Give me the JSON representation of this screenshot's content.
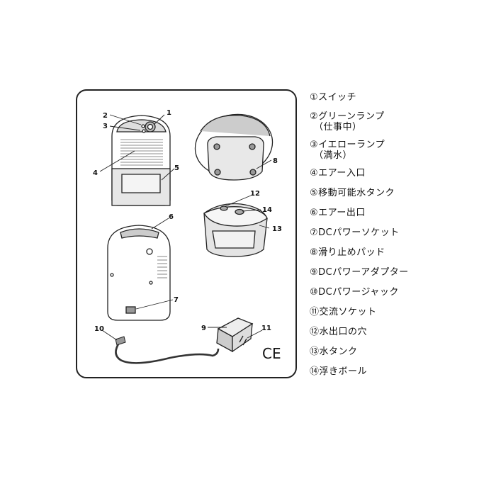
{
  "callouts": {
    "c1": "1",
    "c2": "2",
    "c3": "3",
    "c4": "4",
    "c5": "5",
    "c6": "6",
    "c7": "7",
    "c8": "8",
    "c9": "9",
    "c10": "10",
    "c11": "11",
    "c12": "12",
    "c13": "13",
    "c14": "14"
  },
  "ce_mark": "CE",
  "legend": [
    {
      "text": "①スイッチ"
    },
    {
      "text": "②グリーンランプ",
      "sub": "（仕事中）"
    },
    {
      "text": "③イエローランプ",
      "sub": "（満水）"
    },
    {
      "text": "④エアー入口"
    },
    {
      "text": "⑤移動可能水タンク"
    },
    {
      "text": "⑥エアー出口"
    },
    {
      "text": "⑦DCパワーソケット"
    },
    {
      "text": "⑧滑り止めパッド"
    },
    {
      "text": "⑨DCパワーアダプター"
    },
    {
      "text": "⑩DCパワージャック"
    },
    {
      "text": "⑪交流ソケット"
    },
    {
      "text": "⑫水出口の穴"
    },
    {
      "text": "⑬水タンク"
    },
    {
      "text": "⑭浮きボール"
    }
  ]
}
